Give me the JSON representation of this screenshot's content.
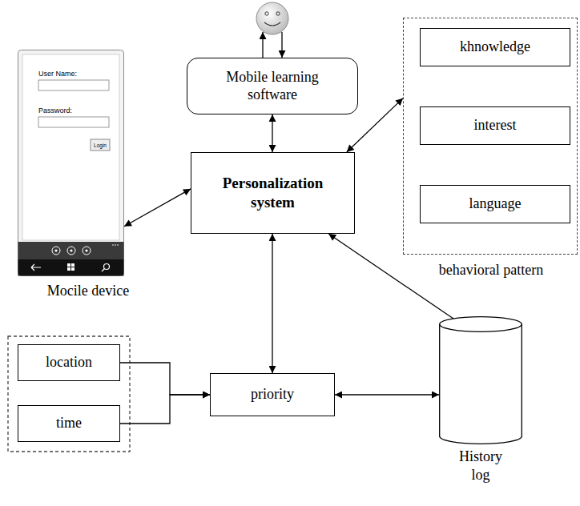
{
  "diagram": {
    "nodes": [
      {
        "text": [
          "Mobile learning software"
        ]
      },
      {
        "text": [
          "User Name:",
          "Password:",
          "Login",
          "Mocile device"
        ]
      },
      {
        "text": [
          "Personalization system"
        ]
      },
      {
        "text": [
          "behavioral pattern"
        ]
      },
      {
        "text": [
          "khnowledge"
        ],
        "in": 3
      },
      {
        "text": [
          "interest"
        ],
        "in": 3
      },
      {
        "text": [
          "language"
        ],
        "in": 3
      },
      {
        "text": [
          "location"
        ]
      },
      {
        "text": [
          "time"
        ]
      },
      {
        "text": [
          "priority"
        ]
      },
      {
        "text": [
          "History log"
        ]
      }
    ],
    "edges": [
      {
        "from": 0,
        "to": 2,
        "arrow": "both"
      },
      {
        "from": 1,
        "to": 2,
        "arrow": "both"
      },
      {
        "from": 2,
        "to": 3,
        "arrow": "both"
      },
      {
        "from": 7,
        "to": 9,
        "arrow": "to"
      },
      {
        "from": 8,
        "to": 9,
        "arrow": "to"
      },
      {
        "from": 2,
        "to": 9,
        "arrow": "both"
      },
      {
        "from": 9,
        "to": 10,
        "arrow": "both"
      },
      {
        "from": 2,
        "to": 10,
        "arrow": "both"
      }
    ]
  }
}
